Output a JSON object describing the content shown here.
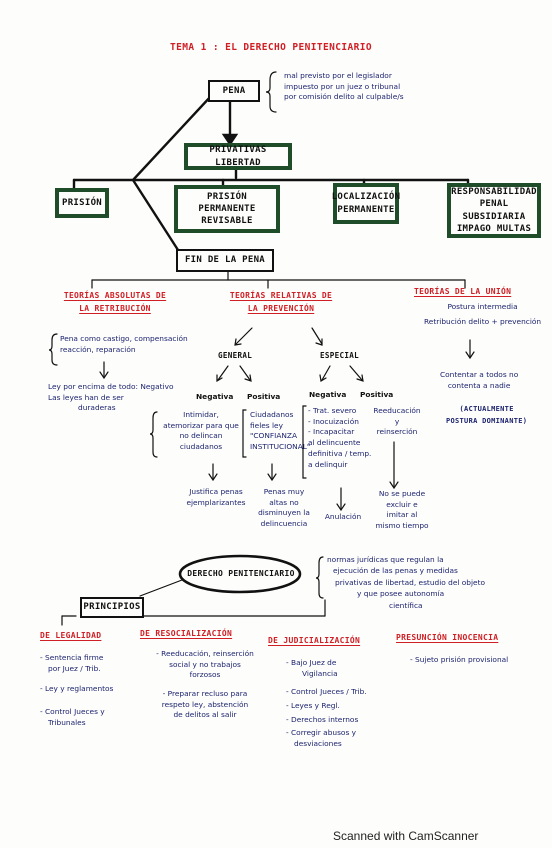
{
  "title": "TEMA 1 :  EL DERECHO PENITENCIARIO",
  "pena": {
    "label": "PENA",
    "note_lines": [
      "mal previsto por el legislador",
      "impuesto por un juez o tribunal",
      "por comisión delito al culpable/s"
    ]
  },
  "privativas": "PRIVATIVAS LIBERTAD",
  "types": [
    {
      "label": "PRISIÓN"
    },
    {
      "label": "PRISIÓN PERMANENTE REVISABLE"
    },
    {
      "label": "LOCALIZACIÓN PERMANENTE"
    },
    {
      "label": "RESPONSABILIDAD PENAL SUBSIDIARIA IMPAGO MULTAS"
    }
  ],
  "fin": "FIN DE LA PENA",
  "absolutas": {
    "heading_lines": [
      "TEORÍAS ABSOLUTAS DE",
      "LA RETRIBUCIÓN"
    ],
    "desc_lines": [
      "Pena como castigo, compensación",
      "reacción, reparación"
    ],
    "result_lines": [
      "Ley por encima de todo: Negativo",
      "Las leyes han de ser",
      "duraderas"
    ]
  },
  "relativas": {
    "heading_lines": [
      "TEORÍAS RELATIVAS DE",
      "LA PREVENCIÓN"
    ],
    "general": {
      "label": "GENERAL",
      "negativa": {
        "label": "Negativa",
        "text_lines": [
          "Intimidar,",
          "atemorizar para que",
          "no delincan",
          "ciudadanos"
        ],
        "result_lines": [
          "Justifica penas",
          "ejemplarizantes"
        ]
      },
      "positiva": {
        "label": "Positiva",
        "text_lines": [
          "Ciudadanos",
          "fieles ley",
          "\"CONFIANZA",
          "INSTITUCIONAL\""
        ],
        "result_lines": [
          "Penas muy",
          "altas no",
          "disminuyen la",
          "delincuencia"
        ]
      }
    },
    "especial": {
      "label": "ESPECIAL",
      "negativa": {
        "label": "Negativa",
        "text_lines": [
          "- Trat. severo",
          "- Inocuización",
          "- Incapacitar",
          "al delincuente",
          "definitiva / temp.",
          "a delinquir"
        ],
        "result_lines": [
          "Anulación"
        ]
      },
      "positiva": {
        "label": "Positiva",
        "text_lines": [
          "Reeducación",
          "y",
          "reinserción"
        ],
        "result_lines": [
          "No se puede",
          "excluir e",
          "imitar al",
          "mismo tiempo"
        ]
      }
    }
  },
  "union": {
    "heading": "TEORÍAS DE LA UNIÓN",
    "lines": [
      "Postura intermedia",
      "Retribución delito + prevención"
    ],
    "result_lines": [
      "Contentar a todos no",
      "contenta a nadie"
    ],
    "note_lines": [
      "(ACTUALMENTE",
      "POSTURA DOMINANTE)"
    ]
  },
  "derecho": {
    "label": "DERECHO PENITENCIARIO",
    "desc_lines": [
      "normas jurídicas que regulan la",
      "ejecución de las penas y medidas",
      "privativas de libertad, estudio del objeto",
      "y que posee autonomía",
      "científica"
    ]
  },
  "principios": "PRINCIPIOS",
  "principles": [
    {
      "heading": "DE LEGALIDAD",
      "items": [
        [
          "- Sentencia firme",
          "por Juez / Trib."
        ],
        [
          "- Ley y reglamentos"
        ],
        [
          "- Control Jueces y",
          "Tribunales"
        ]
      ]
    },
    {
      "heading": "DE RESOCIALIZACIÓN",
      "items": [
        [
          "- Reeducación, reinserción",
          "social y no trabajos",
          "forzosos"
        ],
        [
          "- Preparar recluso para",
          "respeto ley, abstención",
          "de delitos al salir"
        ]
      ]
    },
    {
      "heading": "DE JUDICIALIZACIÓN",
      "items": [
        [
          "- Bajo Juez de",
          "Vigilancia"
        ],
        [
          "- Control Jueces / Trib."
        ],
        [
          "- Leyes y Regl."
        ],
        [
          "- Derechos internos"
        ],
        [
          "- Corregir abusos y",
          "desviaciones"
        ]
      ]
    },
    {
      "heading": "PRESUNCIÓN INOCENCIA",
      "items": [
        [
          "- Sujeto prisión provisional"
        ]
      ]
    }
  ],
  "footer": "Scanned with CamScanner"
}
